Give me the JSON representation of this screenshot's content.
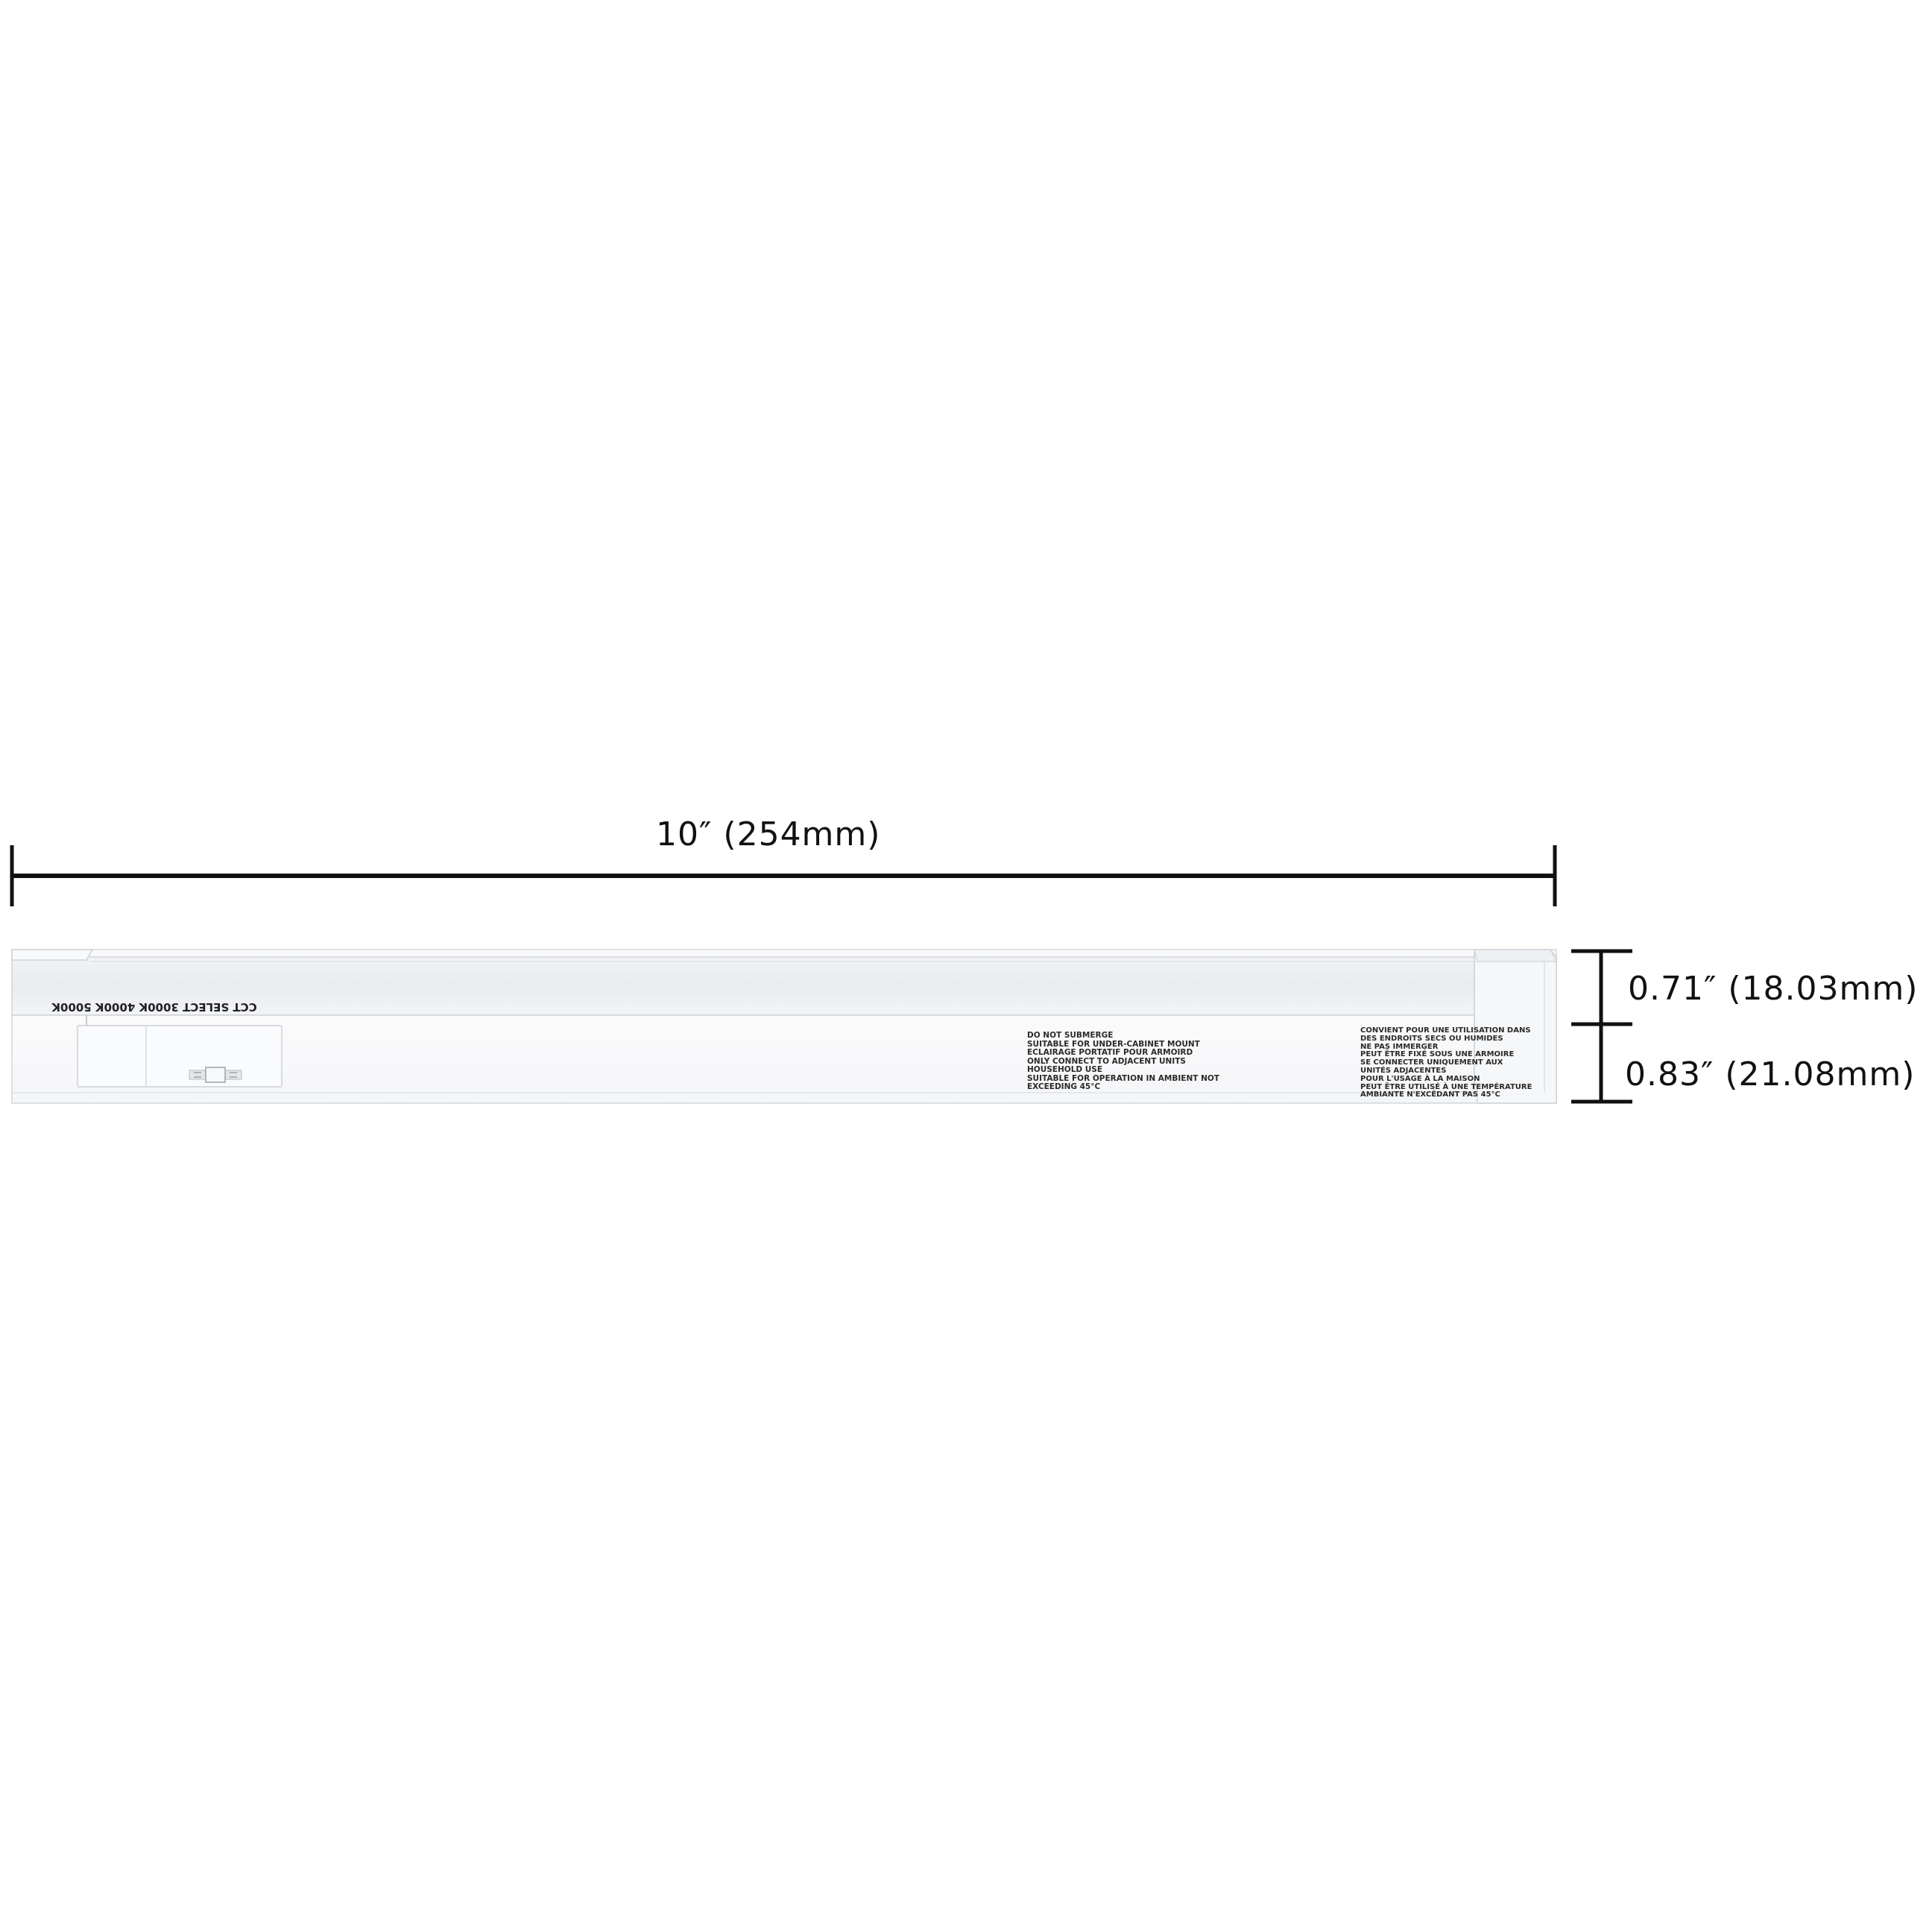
{
  "dimensions": {
    "width": "10″  (254mm)",
    "height_top": "0.71″  (18.03mm)",
    "height_bottom": "0.83″  (21.08mm)"
  },
  "product": {
    "switch_label": "CCT SELECT 3000K 4000K 5000K",
    "label_english": "DO NOT SUBMERGE\nSUITABLE FOR UNDER-CABINET MOUNT\nECLAIRAGE PORTATIF POUR ARMOIRD\nONLY CONNECT TO ADJACENT UNITS\nHOUSEHOLD USE\nSUITABLE FOR OPERATION IN AMBIENT NOT\nEXCEEDING 45°C",
    "label_french": "CONVIENT POUR UNE UTILISATION DANS\nDES ENDROITS SECS OU HUMIDES\nNE PAS IMMERGER\nPEUT ÊTRE FIXÉ SOUS UNE ARMOIRE\nSE CONNECTER UNIQUEMENT AUX\nUNITÉS ADJACENTES\nPOUR L'USAGE À LA MAISON\nPEUT ÊTRE UTILISÉ À UNE TEMPÉRATURE\nAMBIANTE N'EXCÉDANT PAS 45°C"
  },
  "colors": {
    "dimension_line": "#111111",
    "fixture_body": "#f6f7f9",
    "diffuser": "#eceef2",
    "outline": "#d4d7dc"
  }
}
